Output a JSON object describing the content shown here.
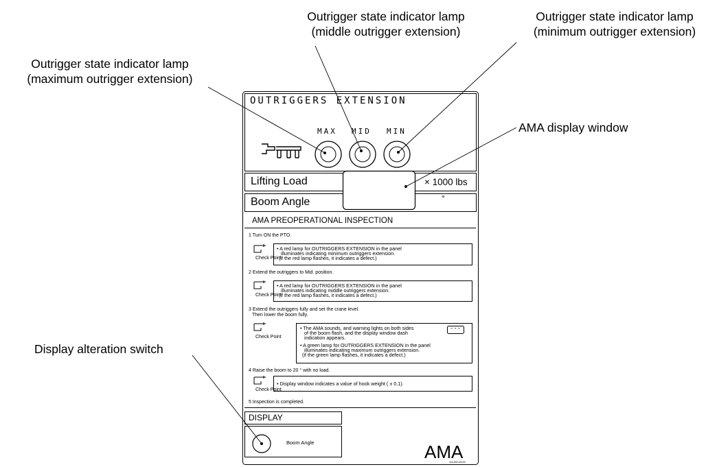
{
  "callouts": {
    "max_line1": "Outrigger state indicator lamp",
    "max_line2": "(maximum outrigger extension)",
    "mid_line1": "Outrigger state indicator lamp",
    "mid_line2": "(middle outrigger extension)",
    "min_line1": "Outrigger state indicator lamp",
    "min_line2": "(minimum outrigger extension)",
    "ama_window": "AMA display window",
    "display_switch": "Display alteration switch"
  },
  "panel": {
    "outriggers_title": "OUTRIGGERS EXTENSION",
    "lamp_max": "MAX",
    "lamp_mid": "MID",
    "lamp_min": "MIN",
    "lifting_load": "Lifting Load",
    "load_unit": "× 1000 lbs",
    "boom_angle": "Boom Angle",
    "degree": "°",
    "inspection_title": "AMA PREOPERATIONAL INSPECTION",
    "check_point": "Check Point",
    "steps": [
      {
        "text": "1 Turn ON the PTO.",
        "note": [
          "• A red lamp for OUTRIGGERS EXTENSION in the panel",
          "illuminates indicating minimum outriggers extension.",
          "(if the red lamp flashes, it indicates a defect.)"
        ]
      },
      {
        "text": "2 Extend the outriggers to Mid. position.",
        "note": [
          "• A red lamp for OUTRIGGERS EXTENSION in the panel",
          "illuminates indicating middle outriggers extension.",
          "(if the red lamp flashes, it indicates a defect.)"
        ]
      },
      {
        "text": "3 Extend the outriggers fully and set the crane level.",
        "text2": "Then lower the boom fully.",
        "note": [
          "• The AMA sounds, and warning lights on both sides",
          "of the boom flash, and the display window dash",
          "indication appears.",
          "• A green lamp for OUTRIGGERS EXTENSION in the panel",
          "illuminates indicating maximum outriggers extension.",
          "(if the green lamp flashes, it indicates a defect.)"
        ],
        "dash": "---"
      },
      {
        "text": "4 Raise the boom to 20 ° with no load.",
        "note": [
          "• Display window indicates a value of hook weight ( ± 0.1)."
        ]
      }
    ],
    "step5": "5 Inspection is completed.",
    "display_label": "DISPLAY",
    "switch_label": "Boom Angle",
    "brand": "AMA",
    "part_no": "314-892-60100"
  }
}
